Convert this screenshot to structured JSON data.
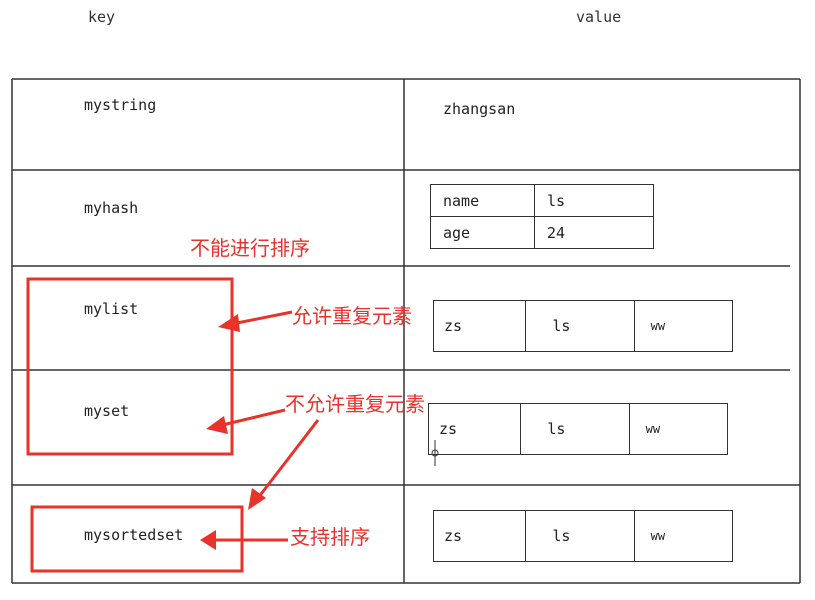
{
  "headers": {
    "key": "key",
    "value": "value"
  },
  "rows": [
    {
      "key": "mystring",
      "value": "zhangsan"
    },
    {
      "key": "myhash",
      "value": [
        {
          "field": "name",
          "val": "ls"
        },
        {
          "field": "age",
          "val": "24"
        }
      ]
    },
    {
      "key": "mylist",
      "value": [
        "zs",
        "ls",
        "ww"
      ]
    },
    {
      "key": "myset",
      "value": [
        "zs",
        "ls",
        "ww"
      ]
    },
    {
      "key": "mysortedset",
      "value": [
        "zs",
        "ls",
        "ww"
      ]
    }
  ],
  "annotations": {
    "hash_note": "不能进行排序",
    "list_note": "允许重复元素",
    "set_note": "不允许重复元素",
    "zset_note": "支持排序"
  },
  "colors": {
    "annotation": "#e8322a",
    "lines": "#333333"
  }
}
